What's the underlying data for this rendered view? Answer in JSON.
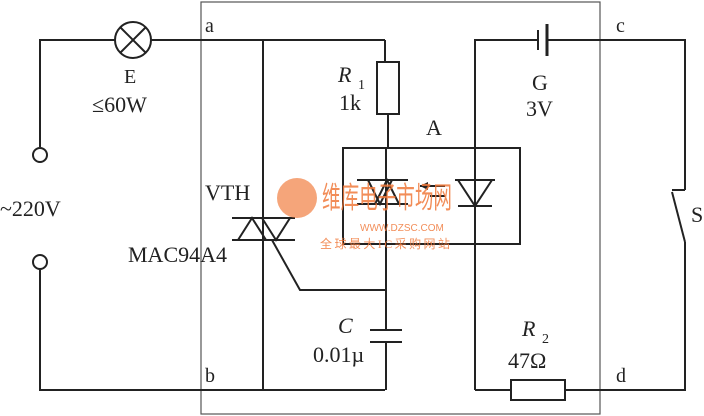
{
  "nodes": {
    "a": "a",
    "b": "b",
    "c": "c",
    "d": "d"
  },
  "lamp": {
    "name": "E",
    "rating": "≤60W"
  },
  "supply": {
    "label": "~220V"
  },
  "triac": {
    "name": "VTH",
    "part": "MAC94A4"
  },
  "r1": {
    "name": "R",
    "sub": "1",
    "value": "1k"
  },
  "optocoupler": {
    "name": "A"
  },
  "capacitor": {
    "name": "C",
    "value": "0.01µ"
  },
  "battery": {
    "name": "G",
    "value": "3V"
  },
  "r2": {
    "name": "R",
    "sub": "2",
    "value": "47Ω"
  },
  "switch": {
    "name": "S"
  },
  "watermark": {
    "brand": "维库电子市场网",
    "url": "WWW.DZSC.COM",
    "slogan": "全球最大IC采购网站"
  },
  "colors": {
    "ink": "#222222",
    "watermark": "#f07a3c"
  }
}
